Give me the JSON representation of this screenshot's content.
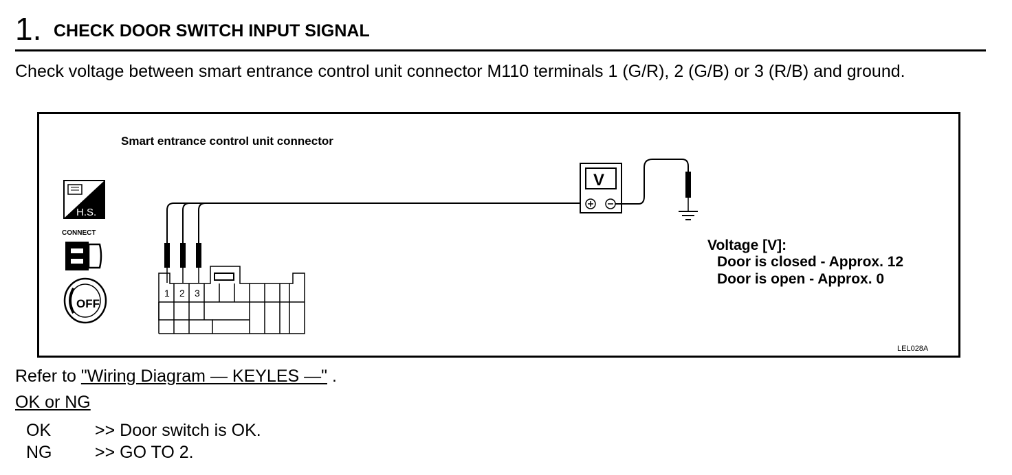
{
  "step": {
    "number": "1.",
    "title": "CHECK DOOR SWITCH INPUT SIGNAL"
  },
  "instruction": "Check voltage between smart entrance control unit connector M110 terminals 1 (G/R), 2 (G/B) or 3 (R/B) and ground.",
  "figure": {
    "connector_label": "Smart entrance control unit connector",
    "icons": {
      "harness_side": "H.S.",
      "connect": "CONNECT",
      "ignition": "OFF"
    },
    "meter_symbol": "V",
    "terminal_labels": [
      "1",
      "2",
      "3"
    ],
    "voltage_heading": "Voltage [V]:",
    "voltage_lines": [
      "Door is closed - Approx. 12",
      "Door is open - Approx. 0"
    ],
    "figure_code": "LEL028A"
  },
  "refer": {
    "prefix": "Refer to ",
    "link": "\"Wiring Diagram — KEYLES —\"",
    "suffix": " ."
  },
  "okng": {
    "title": "OK or NG",
    "results": [
      {
        "code": "OK",
        "text": ">> Door switch is OK."
      },
      {
        "code": "NG",
        "text": ">> GO TO 2."
      }
    ]
  }
}
